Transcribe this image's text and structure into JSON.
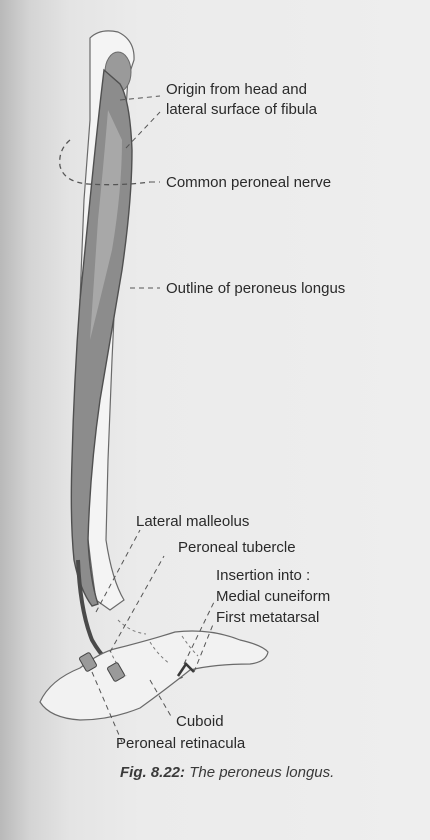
{
  "labels": {
    "origin_line1": "Origin from head and",
    "origin_line2": "lateral surface of fibula",
    "nerve": "Common peroneal nerve",
    "outline": "Outline of peroneus longus",
    "malleolus": "Lateral malleolus",
    "tubercle": "Peroneal tubercle",
    "insertion": "Insertion into :",
    "cuneiform": "Medial cuneiform",
    "metatarsal": "First metatarsal",
    "cuboid": "Cuboid",
    "retinacula": "Peroneal retinacula"
  },
  "caption": {
    "number": "Fig. 8.22:",
    "text": " The peroneus longus."
  }
}
